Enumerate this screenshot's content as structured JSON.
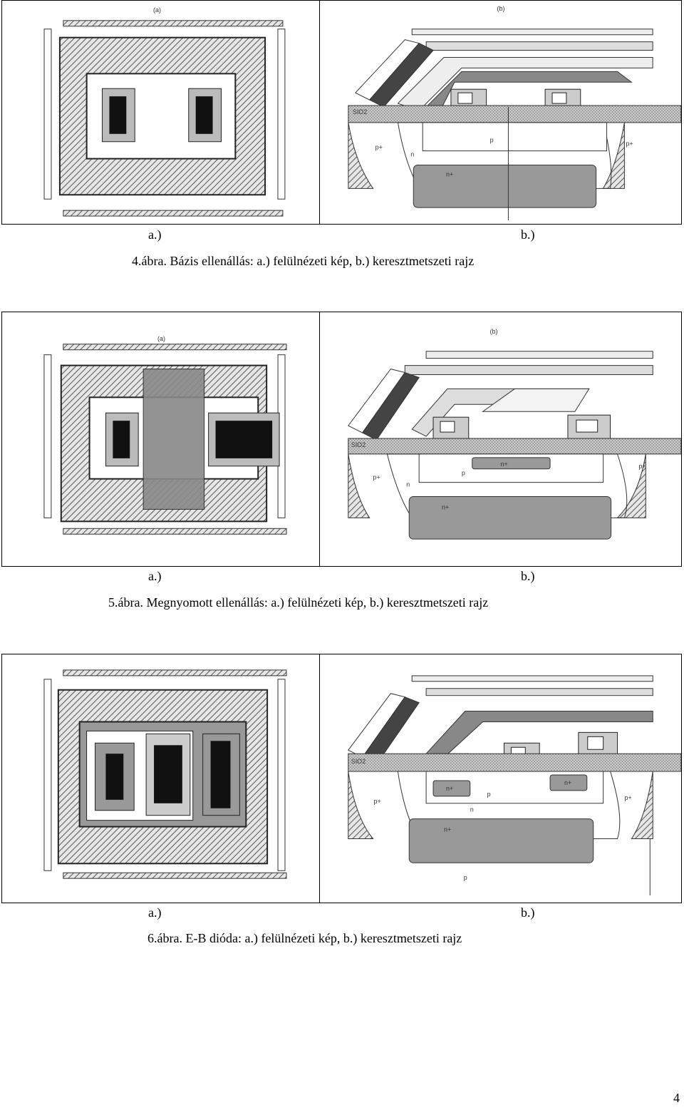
{
  "figures": [
    {
      "panel_a_tag": "(a)",
      "panel_b_tag": "(b)",
      "sub_a": "a.)",
      "sub_b": "b.)",
      "caption": "4.ábra. Bázis ellenállás: a.) felülnézeti kép, b.) keresztmetszeti rajz",
      "labels": {
        "sio2": "SIO2",
        "p": "p",
        "pplus": "p+",
        "n": "n",
        "nplus": "n+"
      }
    },
    {
      "panel_a_tag": "(a)",
      "panel_b_tag": "(b)",
      "sub_a": "a.)",
      "sub_b": "b.)",
      "caption": "5.ábra. Megnyomott ellenállás: a.) felülnézeti kép, b.) keresztmetszeti rajz",
      "labels": {
        "sio2": "SIO2",
        "p": "p",
        "pplus": "p+",
        "n": "n",
        "nplus": "n+"
      }
    },
    {
      "panel_a_tag": "",
      "panel_b_tag": "",
      "sub_a": "a.)",
      "sub_b": "b.)",
      "caption": "6.ábra. E-B dióda: a.) felülnézeti kép, b.) keresztmetszeti rajz",
      "labels": {
        "sio2": "SIO2",
        "p": "p",
        "pplus": "p+",
        "n": "n",
        "nplus": "n+"
      }
    }
  ],
  "page_number": "4"
}
